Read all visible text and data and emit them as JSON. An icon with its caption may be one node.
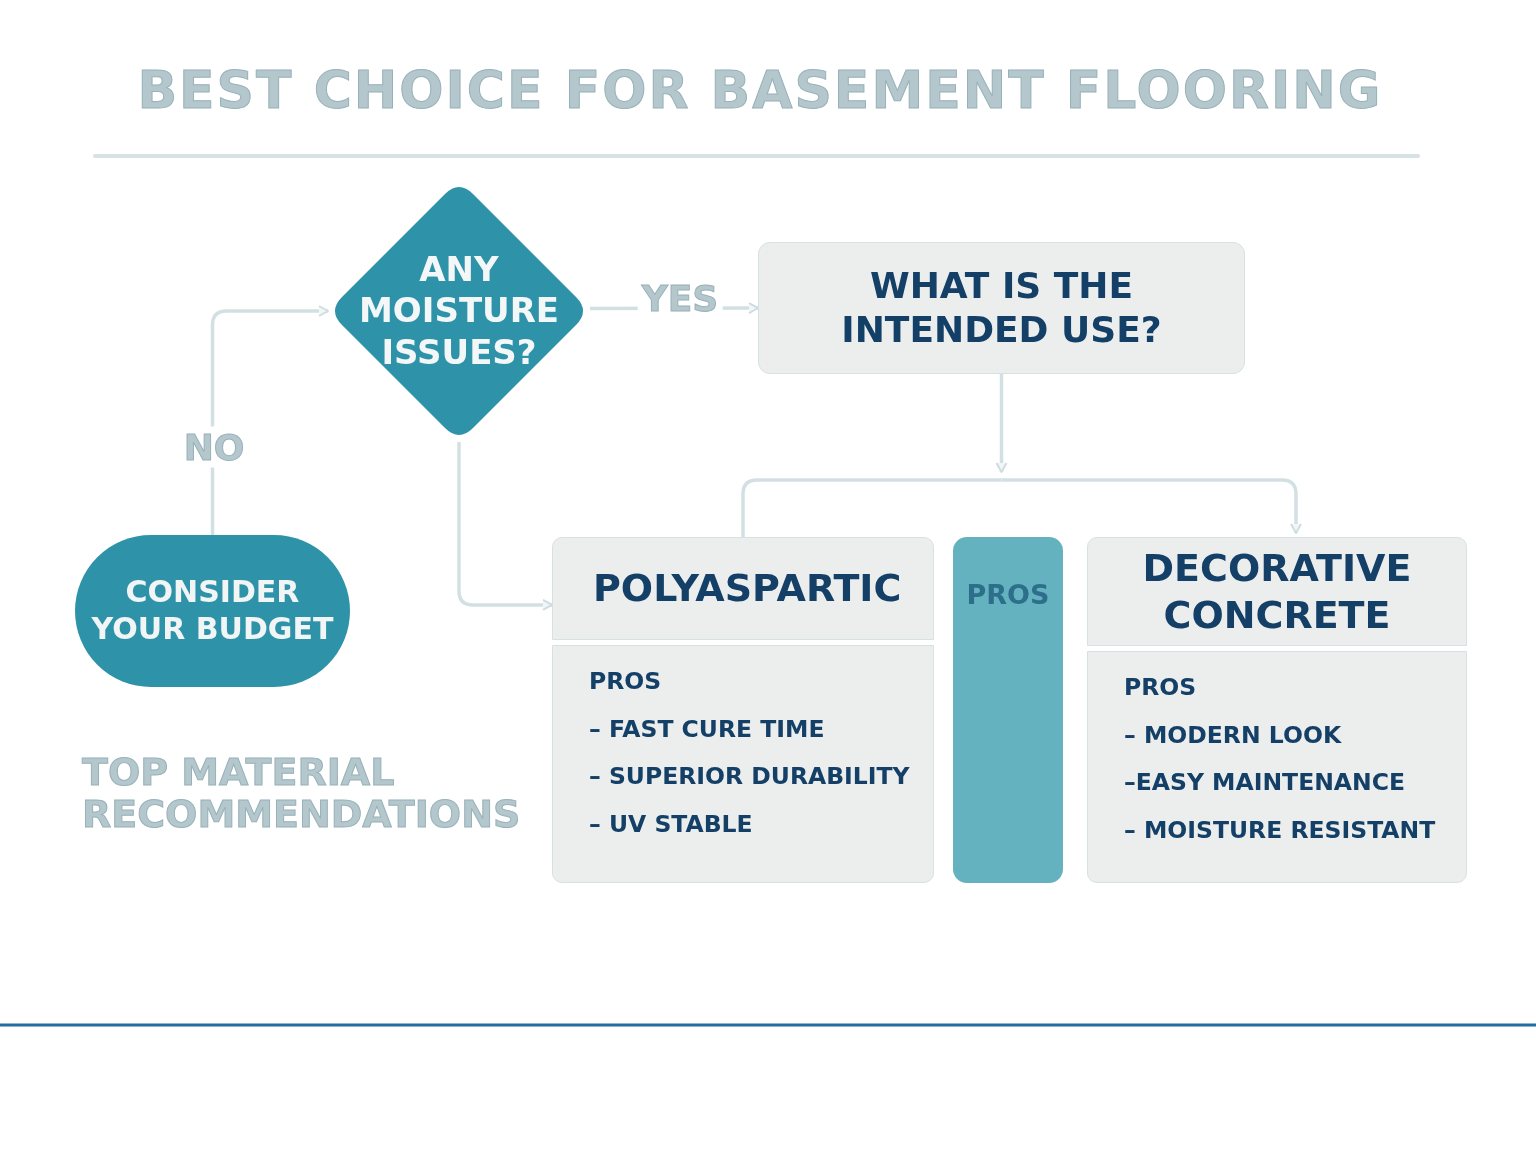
{
  "diagram": {
    "title": "BEST CHOICE FOR BASEMENT FLOORING",
    "nodes": [
      {
        "text": [
          "ANY MOISTURE ISSUES?"
        ]
      },
      {
        "text": [
          "WHAT IS THE INTENDED USE?"
        ]
      },
      {
        "text": [
          "CONSIDER YOUR BUDGET"
        ]
      },
      {
        "text": [
          "POLYASPARTIC"
        ]
      },
      {
        "text": [
          "PROS",
          "– FAST CURE TIME",
          "– SUPERIOR DURABILITY",
          "– UV STABLE"
        ]
      },
      {
        "text": [
          "PROS"
        ]
      },
      {
        "text": [
          "DECORATIVE CONCRETE"
        ]
      },
      {
        "text": [
          "PROS",
          "– MODERN LOOK",
          "–EASY MAINTENANCE",
          "– MOISTURE RESISTANT"
        ]
      }
    ],
    "edges": [
      {
        "from": 2,
        "to": 0,
        "arrow": "to",
        "label": "NO"
      },
      {
        "from": 0,
        "to": 1,
        "arrow": "to",
        "label": "YES"
      },
      {
        "from": 0,
        "to": 3,
        "arrow": "to"
      },
      {
        "from": 1,
        "to": 3,
        "arrow": "none"
      },
      {
        "from": 1,
        "to": 6,
        "arrow": "to"
      }
    ],
    "labels": [
      "TOP MATERIAL RECOMMENDATIONS"
    ]
  }
}
